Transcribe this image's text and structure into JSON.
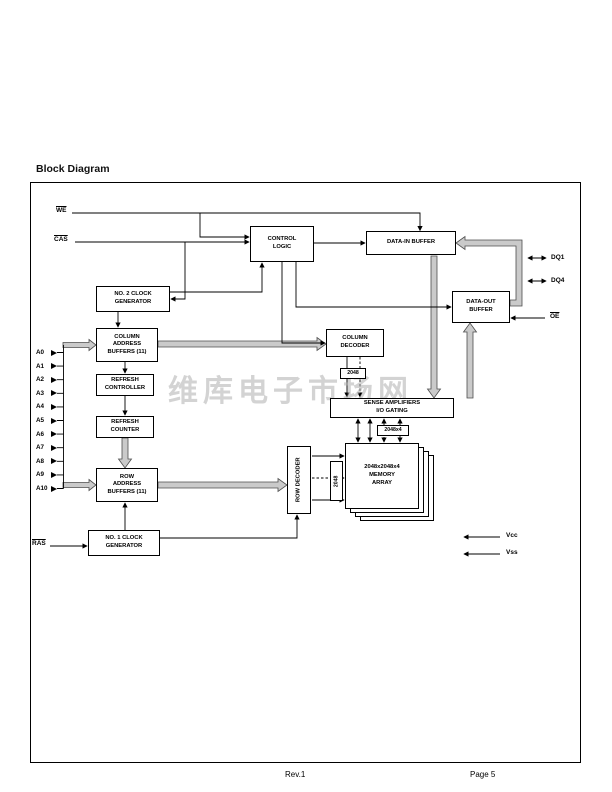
{
  "title": "Block Diagram",
  "watermark": "维库电子市场网",
  "footer": {
    "rev": "Rev.1",
    "page": "Page 5"
  },
  "blocks": {
    "control_logic": "CONTROL\nLOGIC",
    "data_in_buffer": "DATA-IN BUFFER",
    "no2_clock_generator": "NO. 2 CLOCK\nGENERATOR",
    "data_out_buffer": "DATA-OUT\nBUFFER",
    "column_address_buffers": "COLUMN\nADDRESS\nBUFFERS (11)",
    "column_decoder": "COLUMN\nDECODER",
    "count_2048": "2048",
    "refresh_controller": "REFRESH\nCONTROLLER",
    "sense_amplifiers": "SENSE AMPLIFIERS\nI/O GATING",
    "refresh_counter": "REFRESH\nCOUNTER",
    "count_2048x4": "2048x4",
    "row_address_buffers": "ROW\nADDRESS\nBUFFERS (11)",
    "row_decoder": "ROW DECODER",
    "count_2048_vertical": "2048",
    "memory_array": "2048x2048x4\nMEMORY\nARRAY",
    "no1_clock_generator": "NO. 1 CLOCK\nGENERATOR"
  },
  "signals": {
    "we": "WE",
    "cas": "CAS",
    "ras": "RAS",
    "oe": "OE",
    "addresses": [
      "A0",
      "A1",
      "A2",
      "A3",
      "A4",
      "A5",
      "A6",
      "A7",
      "A8",
      "A9",
      "A10"
    ],
    "dq": [
      "DQ1",
      "DQ4"
    ],
    "power": [
      "Vcc",
      "Vss"
    ]
  }
}
